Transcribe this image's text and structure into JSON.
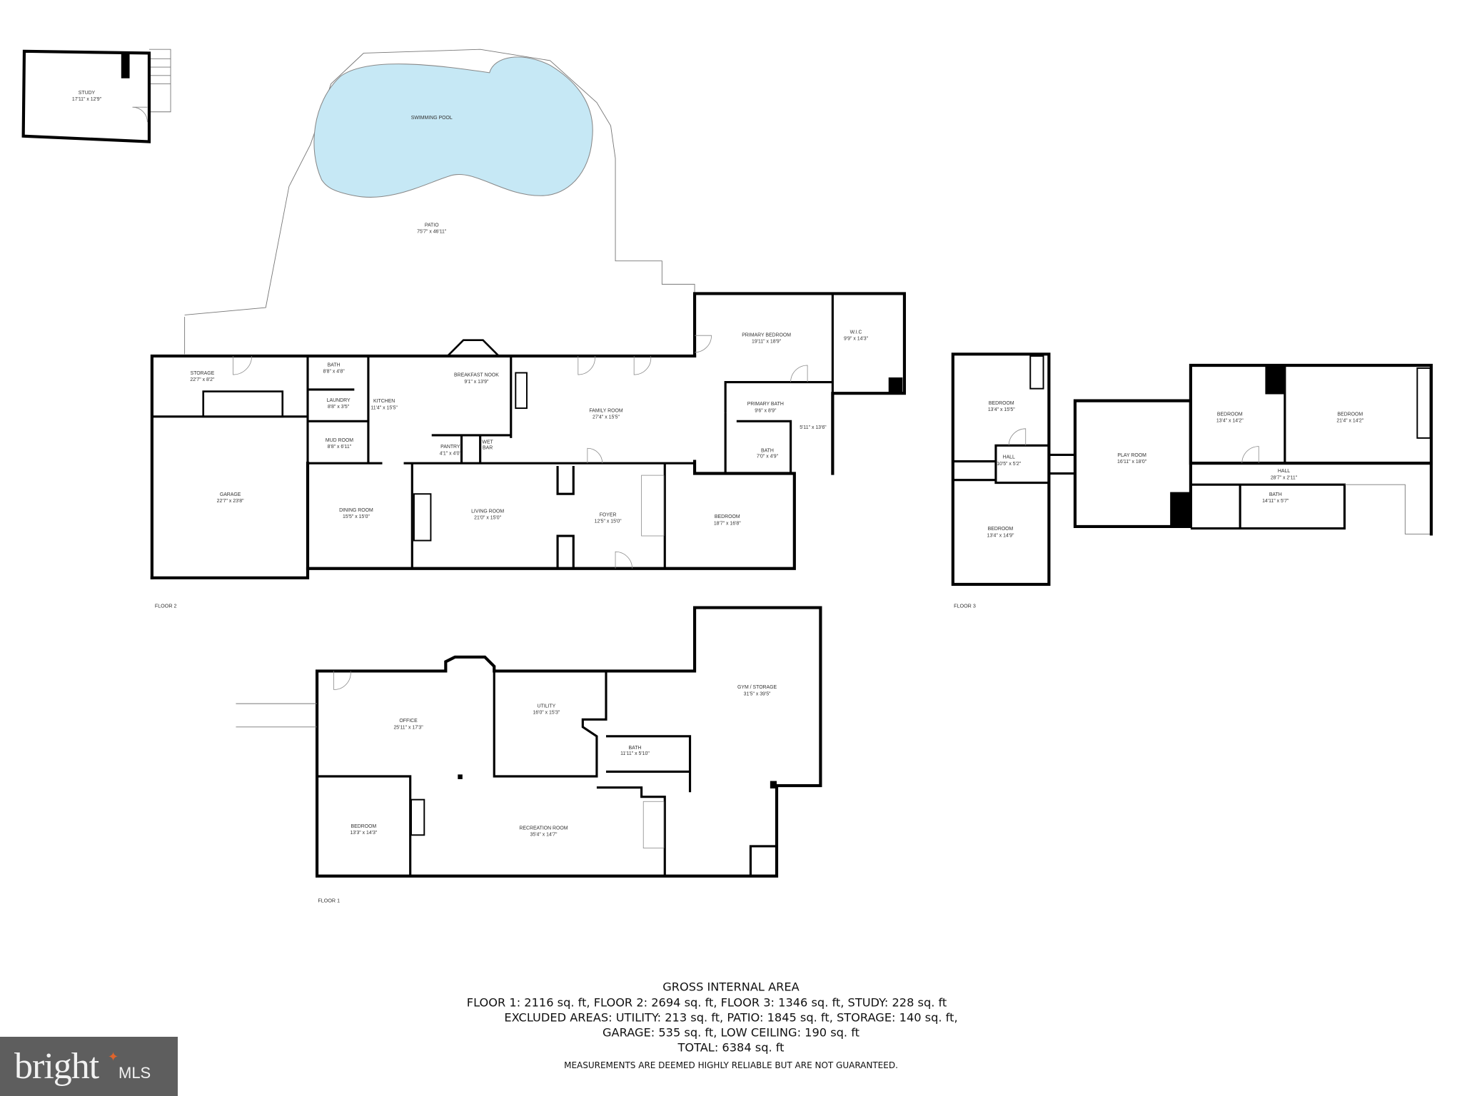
{
  "study": {
    "name": "STUDY",
    "dims": "17'11\" x 12'9\""
  },
  "outdoor": {
    "pool": {
      "name": "SWIMMING POOL"
    },
    "patio": {
      "name": "PATIO",
      "dims": "75'7\" x 46'11\""
    }
  },
  "floor2": {
    "label": "FLOOR 2",
    "rooms": [
      {
        "name": "STORAGE",
        "dims": "22'7\" x 8'2\""
      },
      {
        "name": "BATH",
        "dims": "8'8\" x 4'8\""
      },
      {
        "name": "LAUNDRY",
        "dims": "8'8\" x 3'5\""
      },
      {
        "name": "MUD ROOM",
        "dims": "8'8\" x 6'11\""
      },
      {
        "name": "KITCHEN",
        "dims": "11'4\" x 15'5\""
      },
      {
        "name": "BREAKFAST NOOK",
        "dims": "9'1\" x 13'9\""
      },
      {
        "name": "FAMILY ROOM",
        "dims": "27'4\" x 15'5\""
      },
      {
        "name": "PANTRY",
        "dims": "4'1\" x 4'0\""
      },
      {
        "name": "WET",
        "dims": "BAR"
      },
      {
        "name": "GARAGE",
        "dims": "22'7\" x 23'8\""
      },
      {
        "name": "DINING ROOM",
        "dims": "15'5\" x 15'0\""
      },
      {
        "name": "LIVING ROOM",
        "dims": "21'0\" x 15'0\""
      },
      {
        "name": "FOYER",
        "dims": "12'5\" x 15'0\""
      },
      {
        "name": "BEDROOM",
        "dims": "18'7\" x 16'8\""
      },
      {
        "name": "PRIMARY BEDROOM",
        "dims": "19'11\" x 18'9\""
      },
      {
        "name": "W.I.C",
        "dims": "9'9\" x 14'3\""
      },
      {
        "name": "PRIMARY BATH",
        "dims": "9'6\" x 8'9\""
      },
      {
        "name": "",
        "dims": "5'11\" x 13'6\""
      },
      {
        "name": "BATH",
        "dims": "7'0\" x 4'9\""
      }
    ]
  },
  "floor3": {
    "label": "FLOOR 3",
    "rooms": [
      {
        "name": "BEDROOM",
        "dims": "13'4\" x 15'5\""
      },
      {
        "name": "HALL",
        "dims": "10'5\" x 5'2\""
      },
      {
        "name": "BEDROOM",
        "dims": "13'4\" x 14'9\""
      },
      {
        "name": "PLAY ROOM",
        "dims": "16'11\" x 18'0\""
      },
      {
        "name": "BEDROOM",
        "dims": "13'4\" x 14'2\""
      },
      {
        "name": "BEDROOM",
        "dims": "21'4\" x 14'2\""
      },
      {
        "name": "HALL",
        "dims": "28'7\" x 2'11\""
      },
      {
        "name": "BATH",
        "dims": "14'11\" x 5'7\""
      }
    ]
  },
  "floor1": {
    "label": "FLOOR 1",
    "rooms": [
      {
        "name": "OFFICE",
        "dims": "25'11\" x 17'3\""
      },
      {
        "name": "UTILITY",
        "dims": "16'0\" x 15'3\""
      },
      {
        "name": "GYM / STORAGE",
        "dims": "31'5\" x 39'5\""
      },
      {
        "name": "BATH",
        "dims": "11'11\" x 5'10\""
      },
      {
        "name": "BEDROOM",
        "dims": "13'3\" x 14'3\""
      },
      {
        "name": "RECREATION ROOM",
        "dims": "35'4\" x 14'7\""
      }
    ]
  },
  "summary": {
    "title": "GROSS INTERNAL AREA",
    "line1": "FLOOR 1: 2116 sq. ft, FLOOR 2: 2694 sq. ft, FLOOR 3: 1346 sq. ft, STUDY: 228 sq. ft",
    "line2": "EXCLUDED AREAS: UTILITY: 213 sq. ft, PATIO: 1845 sq. ft, STORAGE: 140 sq. ft,",
    "line3": "GARAGE: 535 sq. ft, LOW CEILING: 190 sq. ft",
    "total": "TOTAL: 6384 sq. ft",
    "disclaimer": "MEASUREMENTS ARE DEEMED HIGHLY RELIABLE BUT ARE NOT GUARANTEED."
  },
  "logo": {
    "text": "bright MLS",
    "brand": "bright",
    "suffix": "MLS"
  },
  "colors": {
    "pool": "#c6e8f5",
    "wall": "#000000",
    "logo_bg": "#5e5e5e",
    "logo_accent": "#e0642c"
  }
}
